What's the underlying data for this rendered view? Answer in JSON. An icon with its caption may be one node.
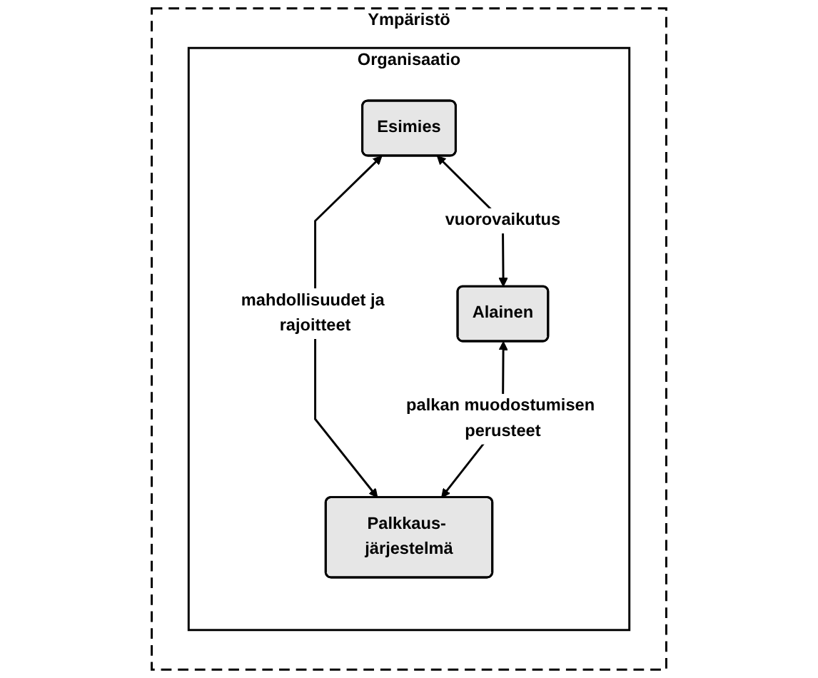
{
  "diagram": {
    "nodes": [
      {
        "text": [
          "Ympäristö"
        ]
      },
      {
        "text": [
          "Organisaatio"
        ],
        "in": 0
      },
      {
        "text": [
          "Palkkaus- järjestelmä"
        ],
        "in": 1
      },
      {
        "text": [
          "Esimies"
        ],
        "in": 1
      },
      {
        "text": [
          "Alainen"
        ],
        "in": 1
      }
    ],
    "edges": [
      {
        "from": 3,
        "to": 2,
        "arrow": "both",
        "label": "mahdollisuudet ja rajoitteet"
      },
      {
        "from": 4,
        "to": 2,
        "arrow": "both",
        "label": "palkan muodostumisen perusteet"
      },
      {
        "from": 3,
        "to": 4,
        "arrow": "both",
        "label": "vuorovaikutus"
      }
    ]
  }
}
